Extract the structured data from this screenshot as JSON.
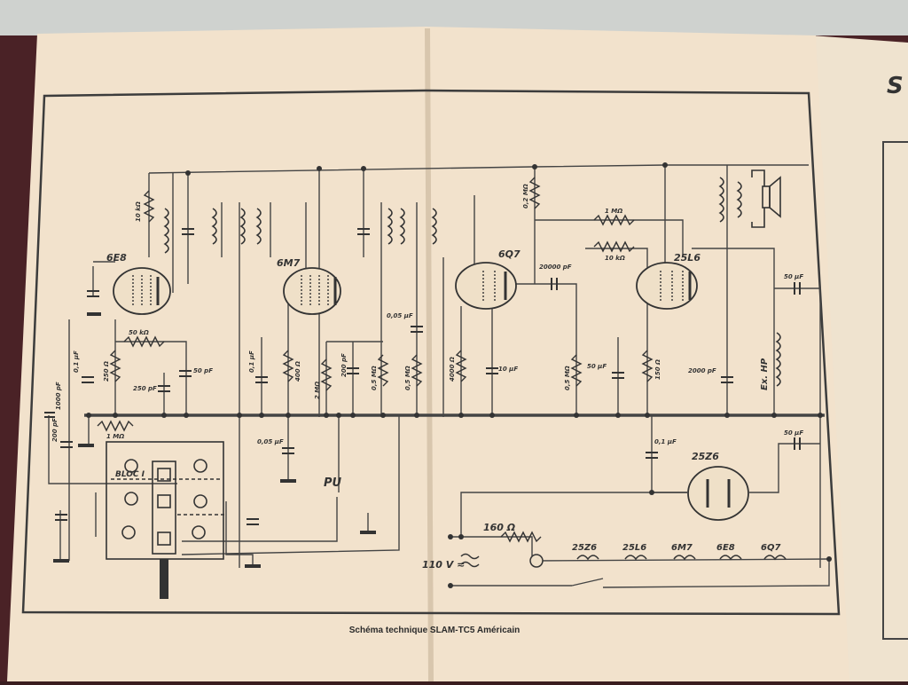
{
  "caption": "Schéma technique SLAM-TC5 Américain",
  "side_page_letter": "S",
  "tubes": [
    "6E8",
    "6M7",
    "6Q7",
    "25L6",
    "25Z6"
  ],
  "filament_chain": [
    "25Z6",
    "25L6",
    "6M7",
    "6E8",
    "6Q7"
  ],
  "labels": {
    "bloc": "BLOC I",
    "pu": "PU",
    "mains": "110 V ≂",
    "speaker": "Ex. HP",
    "dropper": "160 Ω"
  },
  "components": {
    "r_10k_top": "10 kΩ",
    "r_50k": "50 kΩ",
    "r_250": "250 Ω",
    "c_250pf": "250 pF",
    "c_50pf_left": "50 pF",
    "c_01_left": "0,1 μF",
    "c_1000pf": "1000 pF",
    "c_200pf_left": "200 pF",
    "r_1m_left": "1 MΩ",
    "c_01_6m7": "0,1 μF",
    "r_400": "400 Ω",
    "r_2m": "2 MΩ",
    "c_200pf_mid": "200 pF",
    "r_05m_a": "0,5 MΩ",
    "c_005_a": "0,05 μF",
    "c_005_b": "0,05 μF",
    "r_05m_b": "0,5 MΩ",
    "r_4000": "4000 Ω",
    "c_10": "10 μF",
    "r_02m": "0,2 MΩ",
    "r_1m": "1 MΩ",
    "r_10k": "10 kΩ",
    "c_20000": "20000 pF",
    "r_05m_c": "0,5 MΩ",
    "c_50_mid": "50 μF",
    "r_150": "150 Ω",
    "c_2000": "2000 pF",
    "c_50_out": "50 μF",
    "c_50_filter": "50 μF",
    "c_01_rect": "0,1 μF"
  }
}
